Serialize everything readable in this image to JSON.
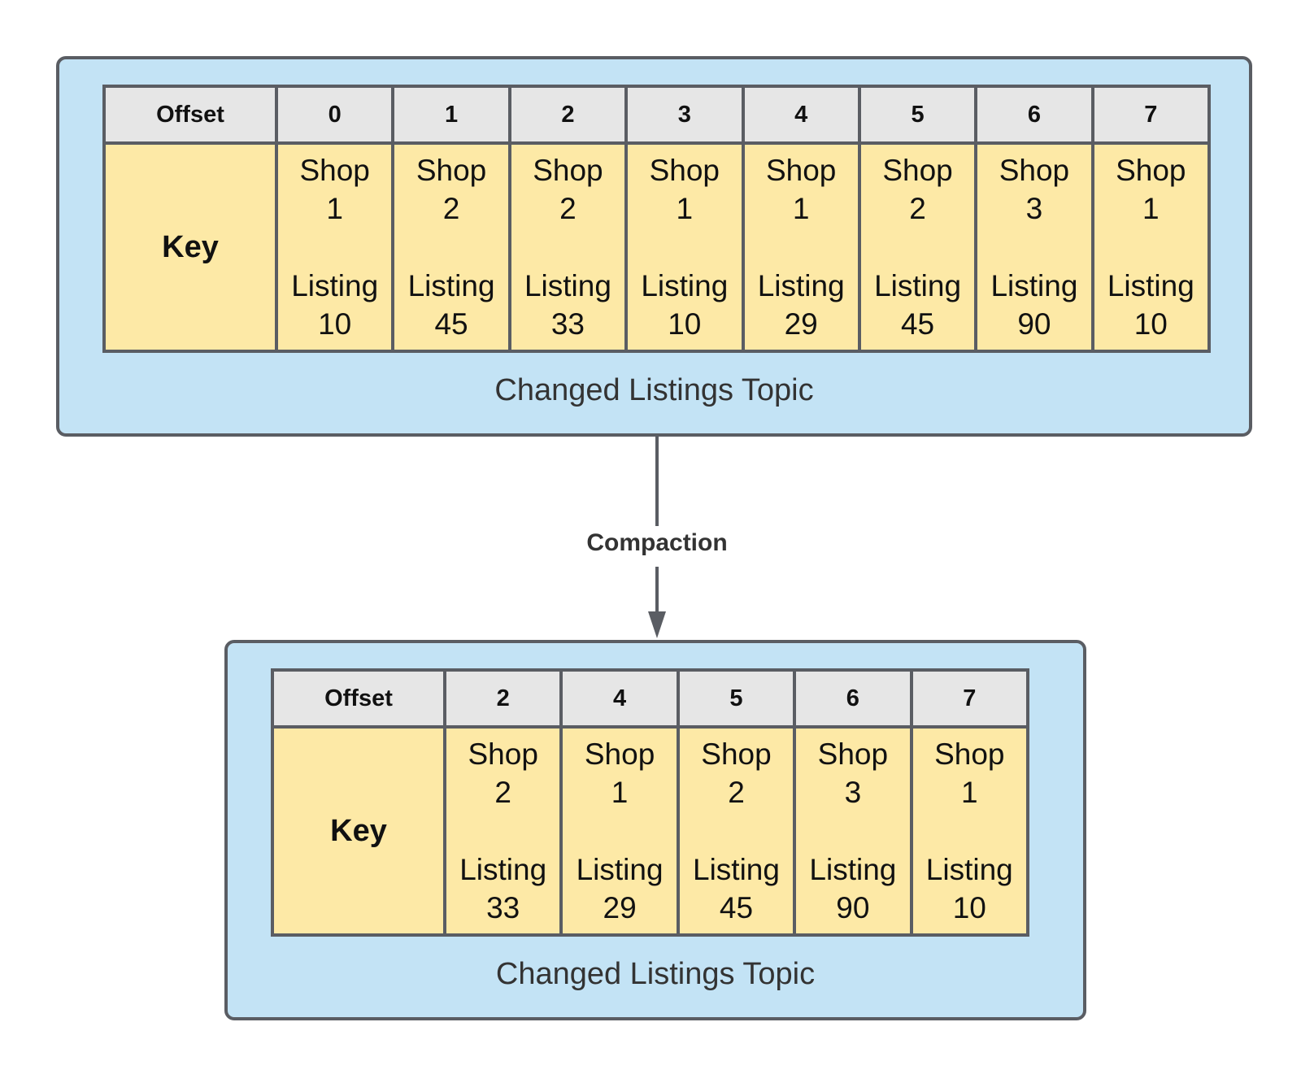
{
  "diagram": {
    "before": {
      "caption": "Changed Listings Topic",
      "offset_label": "Offset",
      "key_label": "Key",
      "records": [
        {
          "offset": "0",
          "shop": "Shop",
          "shop_id": "1",
          "listing": "Listing",
          "listing_id": "10"
        },
        {
          "offset": "1",
          "shop": "Shop",
          "shop_id": "2",
          "listing": "Listing",
          "listing_id": "45"
        },
        {
          "offset": "2",
          "shop": "Shop",
          "shop_id": "2",
          "listing": "Listing",
          "listing_id": "33"
        },
        {
          "offset": "3",
          "shop": "Shop",
          "shop_id": "1",
          "listing": "Listing",
          "listing_id": "10"
        },
        {
          "offset": "4",
          "shop": "Shop",
          "shop_id": "1",
          "listing": "Listing",
          "listing_id": "29"
        },
        {
          "offset": "5",
          "shop": "Shop",
          "shop_id": "2",
          "listing": "Listing",
          "listing_id": "45"
        },
        {
          "offset": "6",
          "shop": "Shop",
          "shop_id": "3",
          "listing": "Listing",
          "listing_id": "90"
        },
        {
          "offset": "7",
          "shop": "Shop",
          "shop_id": "1",
          "listing": "Listing",
          "listing_id": "10"
        }
      ]
    },
    "connector": {
      "label": "Compaction"
    },
    "after": {
      "caption": "Changed Listings Topic",
      "offset_label": "Offset",
      "key_label": "Key",
      "records": [
        {
          "offset": "2",
          "shop": "Shop",
          "shop_id": "2",
          "listing": "Listing",
          "listing_id": "33"
        },
        {
          "offset": "4",
          "shop": "Shop",
          "shop_id": "1",
          "listing": "Listing",
          "listing_id": "29"
        },
        {
          "offset": "5",
          "shop": "Shop",
          "shop_id": "2",
          "listing": "Listing",
          "listing_id": "45"
        },
        {
          "offset": "6",
          "shop": "Shop",
          "shop_id": "3",
          "listing": "Listing",
          "listing_id": "90"
        },
        {
          "offset": "7",
          "shop": "Shop",
          "shop_id": "1",
          "listing": "Listing",
          "listing_id": "10"
        }
      ]
    },
    "colors": {
      "topic_background": "#c3e3f5",
      "border": "#5a5d63",
      "offset_row": "#e6e6e6",
      "key_row": "#fde9a6"
    }
  }
}
